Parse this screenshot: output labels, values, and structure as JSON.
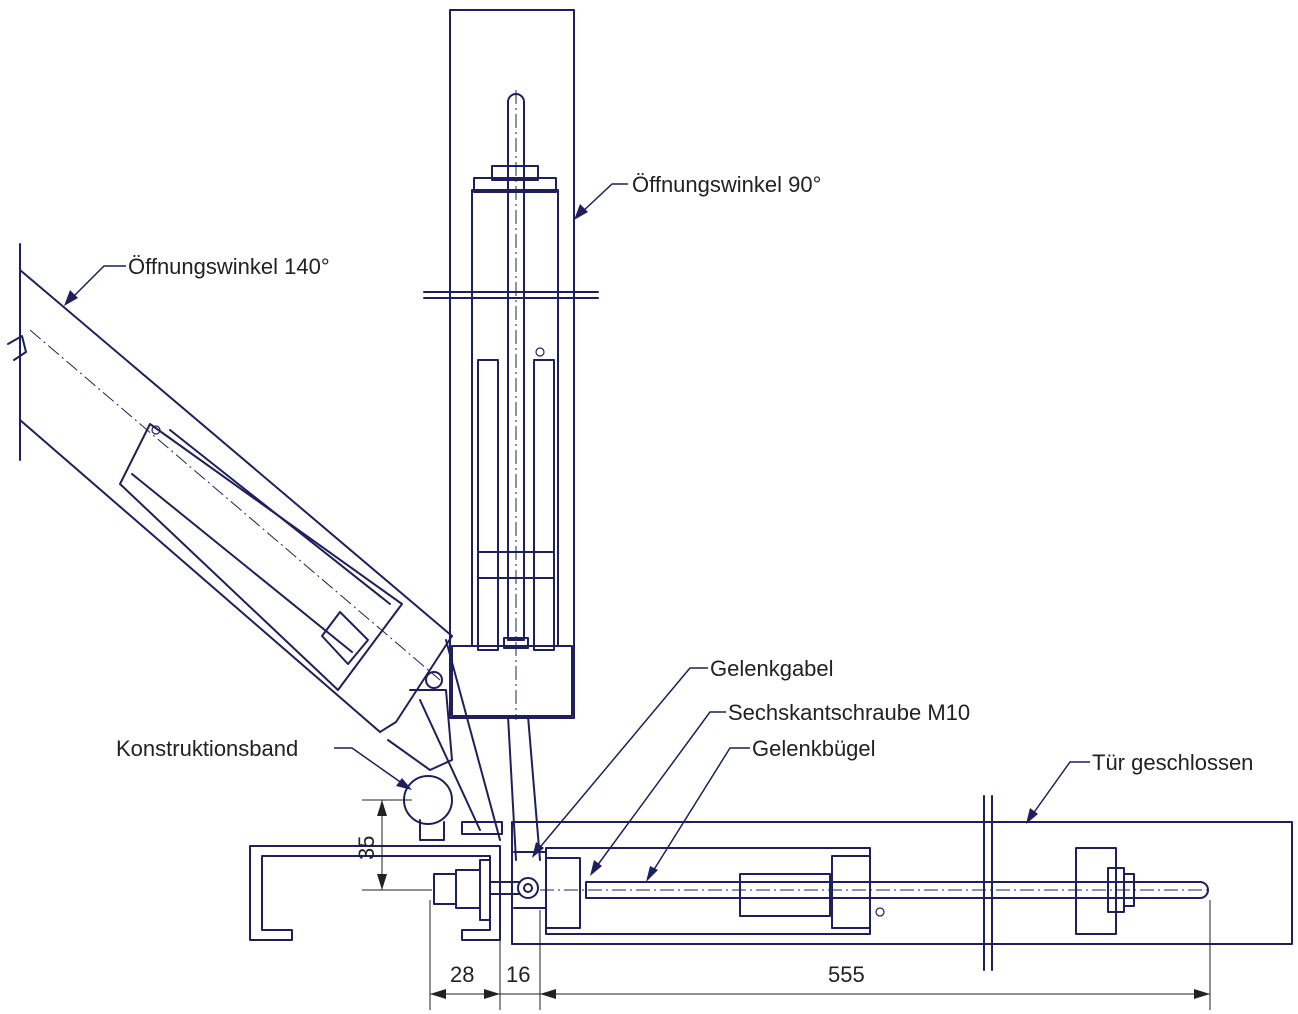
{
  "labels": {
    "opening_90": "Öffnungswinkel 90°",
    "opening_140": "Öffnungswinkel 140°",
    "joint_fork": "Gelenkgabel",
    "hex_bolt": "Sechskantschraube M10",
    "joint_bracket": "Gelenkbügel",
    "construction_hinge": "Konstruktionsband",
    "door_closed": "Tür geschlossen"
  },
  "dimensions": {
    "d35": "35",
    "d28": "28",
    "d16": "16",
    "d555": "555"
  },
  "colors": {
    "line": "#1f1f5c",
    "text": "#222222"
  }
}
